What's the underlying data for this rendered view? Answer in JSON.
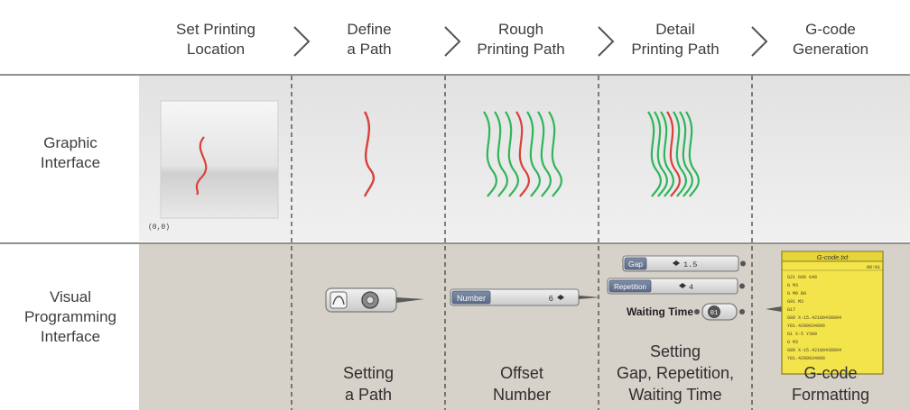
{
  "stages": [
    {
      "line1": "Set Printing",
      "line2": "Location"
    },
    {
      "line1": "Define",
      "line2": "a Path"
    },
    {
      "line1": "Rough",
      "line2": "Printing Path"
    },
    {
      "line1": "Detail",
      "line2": "Printing Path"
    },
    {
      "line1": "G-code",
      "line2": "Generation"
    }
  ],
  "rows": [
    {
      "line1": "Graphic",
      "line2": "Interface"
    },
    {
      "line1": "Visual",
      "line2": "Programming",
      "line3": "Interface"
    }
  ],
  "origin_label": "(0,0)",
  "number_slider": {
    "label": "Number",
    "value": "6"
  },
  "gap_slider": {
    "label": "Gap",
    "value": "1.5"
  },
  "repetition_slider": {
    "label": "Repetition",
    "value": "4"
  },
  "waiting_time": {
    "label": "Waiting Time",
    "value": "01"
  },
  "gcode_panel": {
    "title": "G-code.txt",
    "header_right": "00:01",
    "lines": [
      "G21 G90 G40",
      "G M3",
      "G M0 B0",
      "G91 M3",
      "G17",
      "G89 X-15.42180430894",
      "Y81.4280034096",
      "G1 X-5 Y300",
      "G M3",
      "G89 X-15.42180430894",
      "Y81.4280034096"
    ]
  },
  "captions": [
    {
      "line1": "Setting",
      "line2": "a Path"
    },
    {
      "line1": "Offset",
      "line2": "Number"
    },
    {
      "line1": "Setting",
      "line2": "Gap, Repetition,",
      "line3": "Waiting Time"
    },
    {
      "line1": "G-code",
      "line2": "Formatting"
    }
  ],
  "colors": {
    "red_path": "#d9403a",
    "green_path": "#2fb55a",
    "graphic_row_bg": "#e8e8e8",
    "visual_row_bg": "#d8d3cb",
    "header_text": "#3d3d3d",
    "gcode_panel": "#f3e44c"
  }
}
